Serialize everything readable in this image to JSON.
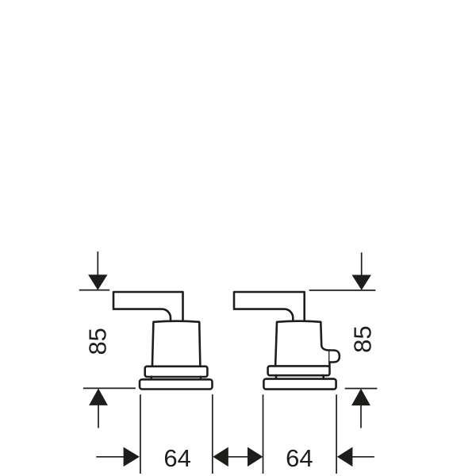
{
  "figure": {
    "type": "technical-dimension-drawing",
    "subject": "two lever shut-off valve handles, side elevation",
    "background_color": "#ffffff",
    "line_color": "#1d1d1b"
  },
  "dimensions": {
    "height_left": {
      "label": "85",
      "orientation": "vertical"
    },
    "height_right": {
      "label": "85",
      "orientation": "vertical"
    },
    "width_left": {
      "label": "64",
      "orientation": "horizontal"
    },
    "width_right": {
      "label": "64",
      "orientation": "horizontal"
    }
  }
}
